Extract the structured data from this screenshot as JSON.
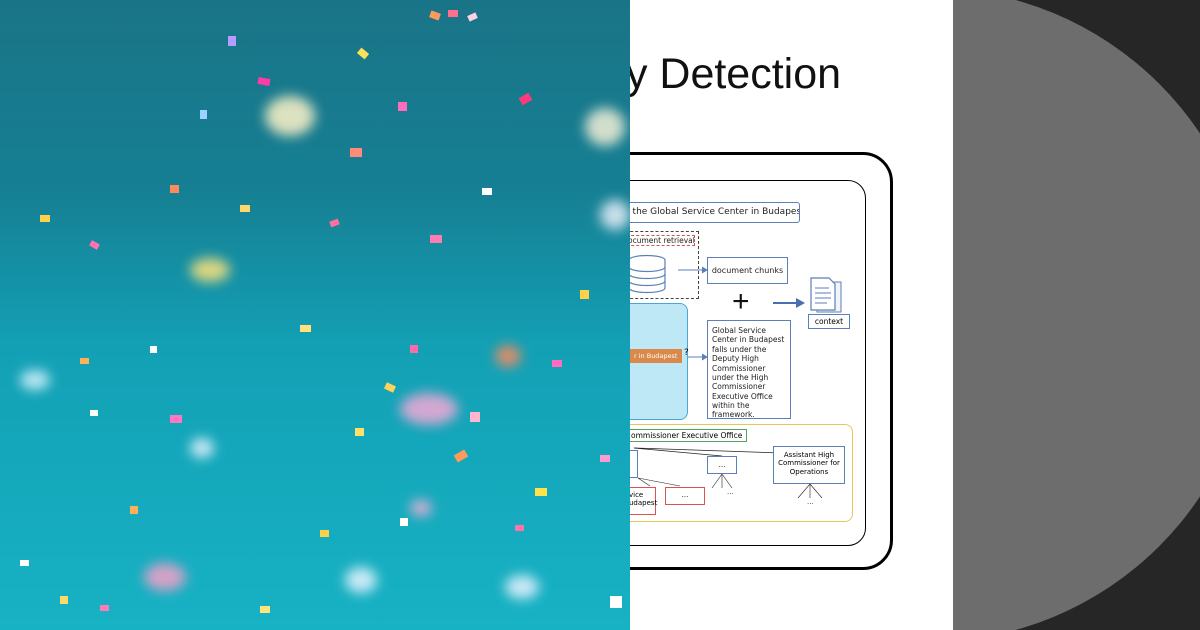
{
  "slide": {
    "title": "ty Detection",
    "question": "s the Global Service Center in Budapest?",
    "retrieval_label": "ocument retrieval",
    "chunks_label": "document chunks",
    "plus_symbol": "+",
    "context_label": "context",
    "entity_chip": "r in Budapest",
    "entity_chip_suffix": "?",
    "answer_text": "Global Service Center in Budapest falls under the Deputy High Commissioner under the High Commissioner Executive Office within the framework.",
    "org_title": "ommissioner Executive Office",
    "org_node_dots": "...",
    "org_node_assistant": "Assistant High Commissioner for Operations",
    "org_node_red_1": "vice\nudapest",
    "org_node_red_2": "...",
    "tree_dots": "..."
  },
  "colors": {
    "box_border": "#5b7fb9",
    "entity_chip": "#d98a4a",
    "graph_panel": "#bfe8f6",
    "org_panel_border": "#e6c85a",
    "org_title_border": "#59a45d",
    "red_border": "#d9534f",
    "gray_circle": "#6d6d6d",
    "dark_panel": "#262626"
  }
}
